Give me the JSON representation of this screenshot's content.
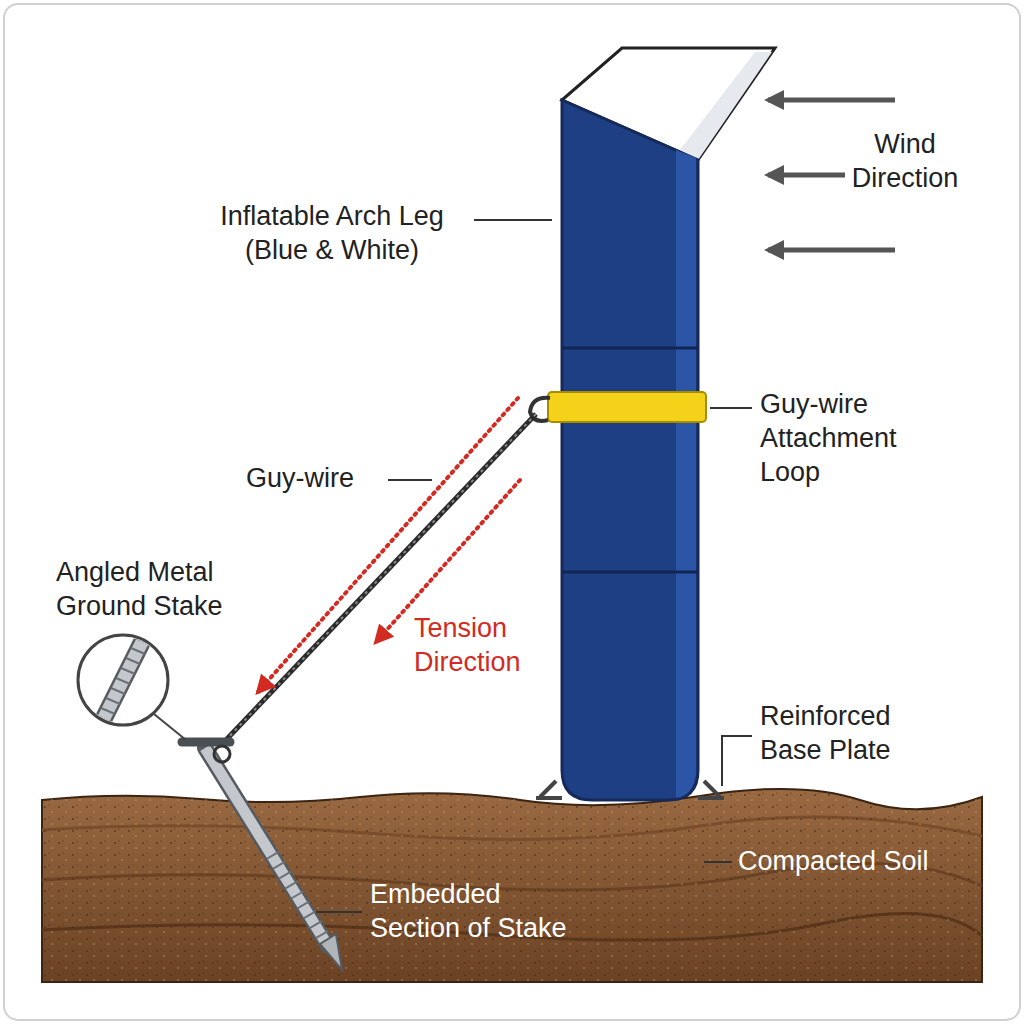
{
  "diagram": {
    "labels": [
      "Wind Direction",
      "Inflatable Arch Leg (Blue & White)",
      "Guy-wire Attachment Loop",
      "Guy-wire",
      "Angled Metal Ground Stake",
      "Tension Direction",
      "Reinforced Base Plate",
      "Compacted Soil",
      "Embedded Section of Stake"
    ]
  }
}
